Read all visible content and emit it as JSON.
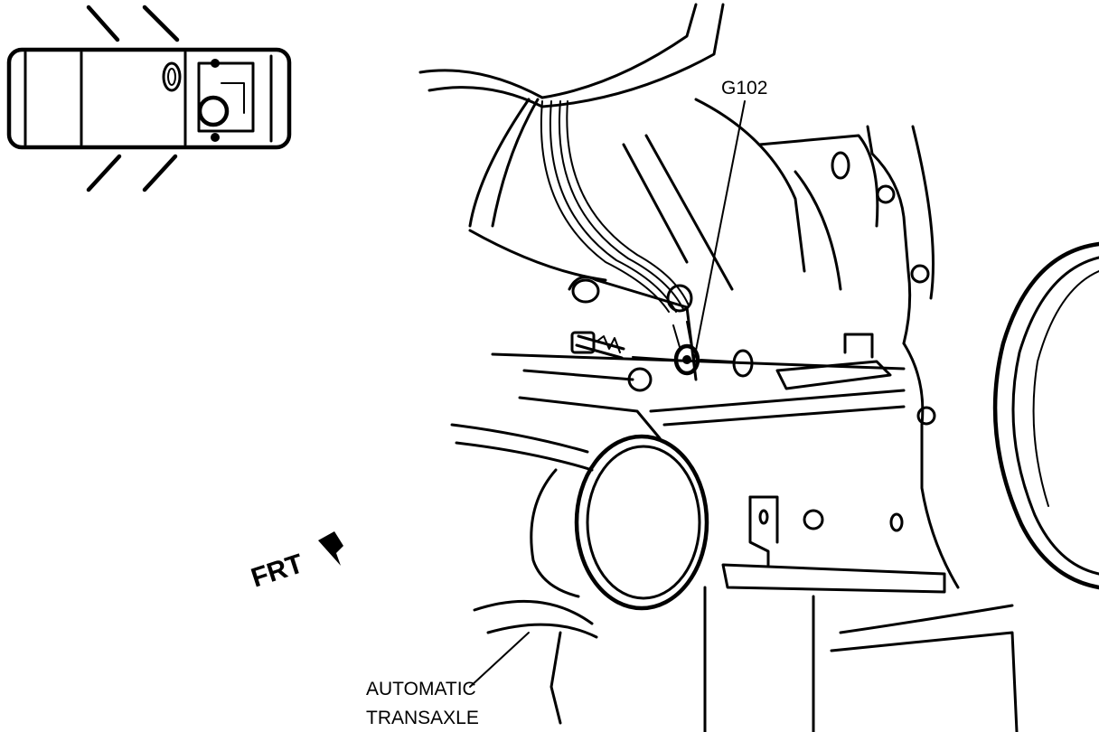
{
  "labels": {
    "ground": "G102",
    "transaxle_line1": "AUTOMATIC",
    "transaxle_line2": "TRANSAXLE",
    "front": "FRT"
  },
  "icons": {
    "vehicle_locator": "vehicle-top-view-icon",
    "front_arrow": "arrow-icon"
  }
}
